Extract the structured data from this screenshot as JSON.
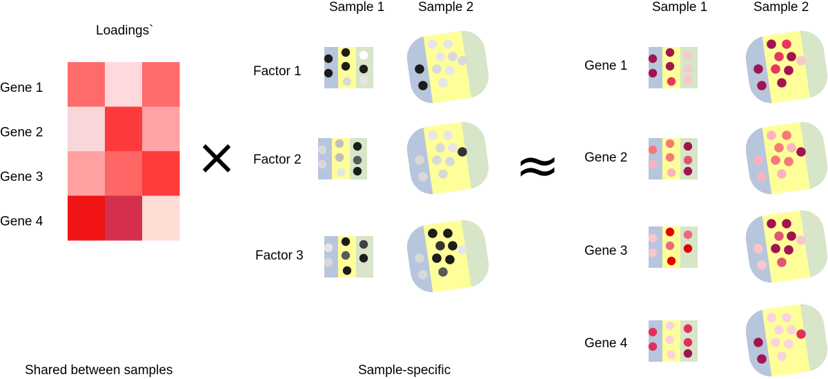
{
  "loadings": {
    "title": "Loadings`",
    "genes": [
      "Gene 1",
      "Gene 2",
      "Gene 3",
      "Gene 4"
    ],
    "colors": [
      [
        "#ff6b6b",
        "#ffd9dc",
        "#ff6b6b"
      ],
      [
        "#f9d6da",
        "#ff3a3c",
        "#ffa3a4"
      ],
      [
        "#ffa1a1",
        "#ff6666",
        "#ff3b3b"
      ],
      [
        "#f01414",
        "#d42f4d",
        "#ffdcd4"
      ]
    ]
  },
  "operators": {
    "times": "×",
    "approx": "≈"
  },
  "samples": [
    "Sample 1",
    "Sample 2"
  ],
  "factors": [
    "Factor 1",
    "Factor 2",
    "Factor 3"
  ],
  "genes_right": [
    "Gene 1",
    "Gene 2",
    "Gene 3",
    "Gene 4"
  ],
  "footer": {
    "shared": "Shared between samples",
    "specific": "Sample-specific"
  },
  "regions": {
    "blue": "#b7c6dd",
    "yellow": "#ffff99",
    "green": "#d7e5c8"
  },
  "factor_dots": [
    {
      "s1": [
        [
          "#1c1c1c",
          "#1c1c1c",
          "#bfbfbf"
        ],
        [
          "#1c1c1c",
          "#1c1c1c",
          "#d9d9d9"
        ],
        [
          "#ffffff",
          "#1c1c1c",
          "#e6e6e6"
        ]
      ],
      "s2": [
        [
          "#1c1c1c",
          "#1c1c1c"
        ],
        [
          "#e6e6e6",
          "#e6e6e6",
          "#e6e6e6",
          "#d9d9d9",
          "#d9d9d9",
          "#e6e6e6",
          "#e6e6e6"
        ],
        [
          "#d9d9d9"
        ]
      ]
    },
    {
      "s1": [
        [
          "#d9d9d9",
          "#d9d9d9"
        ],
        [
          "#bfbfbf",
          "#bfbfbf",
          "#e6e6e6"
        ],
        [
          "#1c1c1c",
          "#595959",
          "#1c1c1c"
        ]
      ],
      "s2": [
        [
          "#d9d9d9",
          "#d9d9d9"
        ],
        [
          "#e6e6e6",
          "#e6e6e6",
          "#d9d9d9",
          "#e6e6e6",
          "#d9d9d9",
          "#d9d9d9",
          "#d9d9d9"
        ],
        [
          "#333333",
          "#1c1c1c"
        ]
      ]
    },
    {
      "s1": [
        [
          "#e6e6e6",
          "#d9d9d9"
        ],
        [
          "#1c1c1c",
          "#595959",
          "#1c1c1c"
        ],
        [
          "#404040",
          "#1c1c1c"
        ]
      ],
      "s2": [
        [
          "#d9d9d9",
          "#d9d9d9"
        ],
        [
          "#1c1c1c",
          "#1c1c1c",
          "#333333",
          "#1c1c1c",
          "#1c1c1c",
          "#1c1c1c",
          "#595959"
        ],
        [
          "#e6e6e6"
        ]
      ]
    }
  ],
  "gene_dots": [
    {
      "s1": [
        [
          "#a0144f",
          "#a0144f"
        ],
        [
          "#a0144f",
          "#a0144f",
          "#e8365e"
        ],
        [
          "#f9c6cc",
          "#f9c6cc",
          "#f9c6cc"
        ]
      ],
      "s2": [
        [
          "#a0144f",
          "#a0144f"
        ],
        [
          "#a0144f",
          "#e8365e",
          "#e8365e",
          "#a0144f",
          "#e8365e",
          "#a0144f",
          "#a0144f"
        ],
        [
          "#f9c6cc"
        ]
      ]
    },
    {
      "s1": [
        [
          "#f47a7a",
          "#f9b4c0"
        ],
        [
          "#f47a7a",
          "#f47a7a",
          "#f9b4c0"
        ],
        [
          "#a0144f",
          "#e05573",
          "#a0144f"
        ]
      ],
      "s2": [
        [
          "#f9b4c0",
          "#f9b4c0"
        ],
        [
          "#f9b4c0",
          "#f47a7a",
          "#f47a7a",
          "#f9b4c0",
          "#f47a7a",
          "#f47a7a",
          "#f9b4c0"
        ],
        [
          "#a0144f",
          "#a0144f"
        ]
      ]
    },
    {
      "s1": [
        [
          "#f9c6cc",
          "#f9c6cc"
        ],
        [
          "#e50000",
          "#e86b7c",
          "#e50000"
        ],
        [
          "#e86b7c",
          "#e50000"
        ]
      ],
      "s2": [
        [
          "#f9c6cc",
          "#f9c6cc"
        ],
        [
          "#a0144f",
          "#a0144f",
          "#e05573",
          "#a0144f",
          "#a0144f",
          "#a0144f",
          "#e05573"
        ],
        [
          "#f9c6cc"
        ]
      ]
    },
    {
      "s1": [
        [
          "#e0305a",
          "#e0305a"
        ],
        [
          "#fad3dc",
          "#fad3dc",
          "#fad3dc"
        ],
        [
          "#e0305a",
          "#e0305a",
          "#a0144f"
        ]
      ],
      "s2": [
        [
          "#a0144f",
          "#a0144f"
        ],
        [
          "#fad3dc",
          "#fad3dc",
          "#fad3dc",
          "#fad3dc",
          "#fad3dc",
          "#fad3dc",
          "#fad3dc"
        ],
        [
          "#e0305a",
          "#e0305a"
        ]
      ]
    }
  ]
}
